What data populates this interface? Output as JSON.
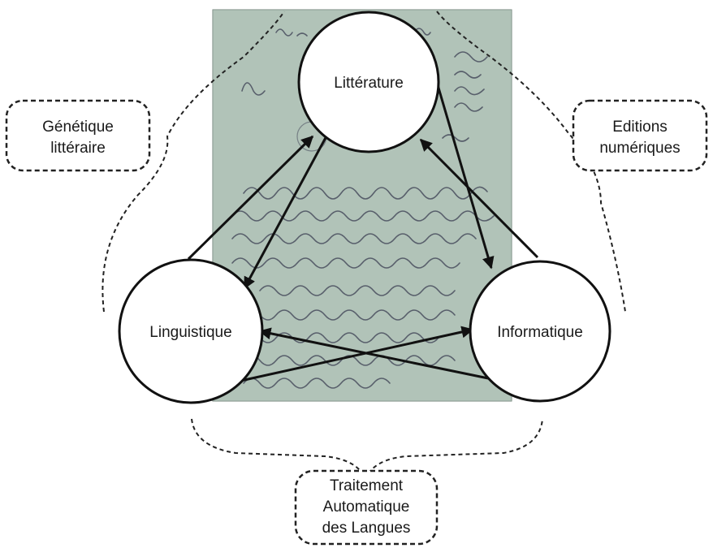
{
  "nodes": {
    "litterature": "Littérature",
    "linguistique": "Linguistique",
    "informatique": "Informatique"
  },
  "groups": {
    "genetique": [
      "Génétique",
      "littéraire"
    ],
    "editions": [
      "Editions",
      "numériques"
    ],
    "taln": [
      "Traitement",
      "Automatique",
      "des Langues"
    ]
  },
  "colors": {
    "paper": "#a8bcb0",
    "ink": "#3b3e52",
    "node_fill": "#ffffff",
    "stroke": "#111111"
  }
}
